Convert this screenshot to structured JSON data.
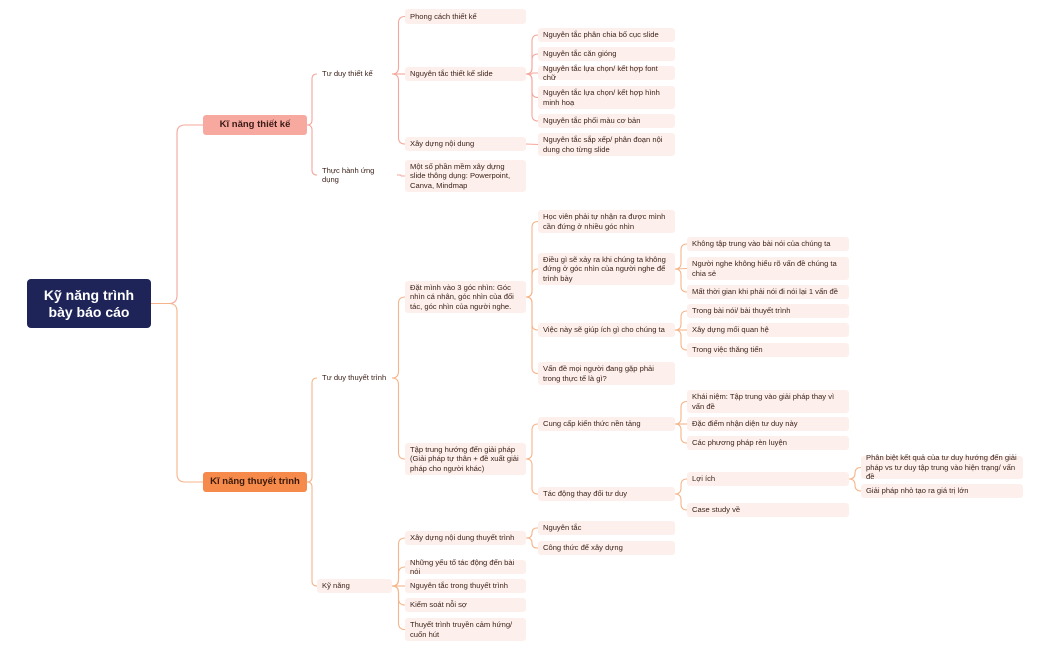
{
  "root": {
    "title": "Kỹ năng trình bày báo cáo"
  },
  "branch1": {
    "label": "Kĩ năng thiết kế",
    "tu_duy": {
      "label": "Tư duy thiết kế",
      "phong_cach": "Phong cách thiết kế",
      "nguyen_tac": {
        "label": "Nguyên tắc thiết kế slide",
        "items": [
          "Nguyên tắc phân chia bố cục slide",
          "Nguyên tắc căn gióng",
          "Nguyên tắc lựa chọn/ kết hợp font chữ",
          "Nguyên tắc lựa chọn/ kết hợp hình minh hoạ",
          "Nguyên tắc phối màu cơ bản"
        ]
      },
      "xay_dung": {
        "label": "Xây dựng nội dung",
        "item": "Nguyên tắc sắp xếp/ phân đoạn nội dung cho từng slide"
      }
    },
    "thuc_hanh": {
      "label": "Thực hành ứng dụng",
      "item": "Một số phần mềm xây dựng slide thông dụng: Powerpoint, Canva, Mindmap"
    }
  },
  "branch2": {
    "label": "Kĩ năng thuyết trình",
    "tu_duy": {
      "label": "Tư duy thuyết trình",
      "dat_minh": {
        "label": "Đặt mình vào 3 góc nhìn: Góc nhìn cá nhân, góc nhìn của đối tác, góc nhìn của người nghe.",
        "hoc_vien": "Học viên phải tự nhận ra được mình cần đứng ở nhiều góc nhìn",
        "dieu_gi": {
          "label": "Điều gì sẽ xảy ra khi chúng ta không đứng ở góc nhìn của người nghe để trình bày",
          "items": [
            "Không tập trung vào bài nói của chúng ta",
            "Người nghe không hiểu rõ vấn đề chúng ta chia sẻ",
            "Mất thời gian khi phải nói đi nói lại 1 vấn đề"
          ]
        },
        "viec_nay": {
          "label": "Việc này sẽ giúp ích gì cho chúng ta",
          "items": [
            "Trong bài nói/ bài thuyết trình",
            "Xây dựng mối quan hệ",
            "Trong việc thăng tiến"
          ]
        },
        "van_de": "Vấn đề mọi người đang gặp phải trong thực tế là gì?"
      },
      "tap_trung": {
        "label": "Tập trung hướng đến giải pháp (Giải pháp tự thân + đề xuất giải pháp cho người khác)",
        "cung_cap": {
          "label": "Cung cấp kiến thức nền tảng",
          "items": [
            "Khái niệm: Tập trung vào giải pháp thay vì vấn đề",
            "Đặc điểm nhận diện tư duy này",
            "Các phương pháp rèn luyện"
          ]
        },
        "tac_dong": {
          "label": "Tác động thay đổi tư duy",
          "loi_ich": {
            "label": "Lợi ích",
            "items": [
              "Phân biệt kết quả của tư duy hướng đến giải pháp vs tư duy tập trung vào hiện trạng/ vấn đề",
              "Giải pháp nhỏ tạo ra giá trị lớn"
            ]
          },
          "case_study": "Case study về"
        }
      }
    },
    "ky_nang": {
      "label": "Kỹ năng",
      "xay_dung": {
        "label": "Xây dựng nội dung thuyết trình",
        "items": [
          "Nguyên tắc",
          "Công thức để xây dựng"
        ]
      },
      "items": [
        "Những yếu tố tác động đến bài nói",
        "Nguyên tắc trong thuyết trình",
        "Kiểm soát nỗi sợ",
        "Thuyết trình truyền cảm hứng/ cuốn hút"
      ]
    }
  }
}
